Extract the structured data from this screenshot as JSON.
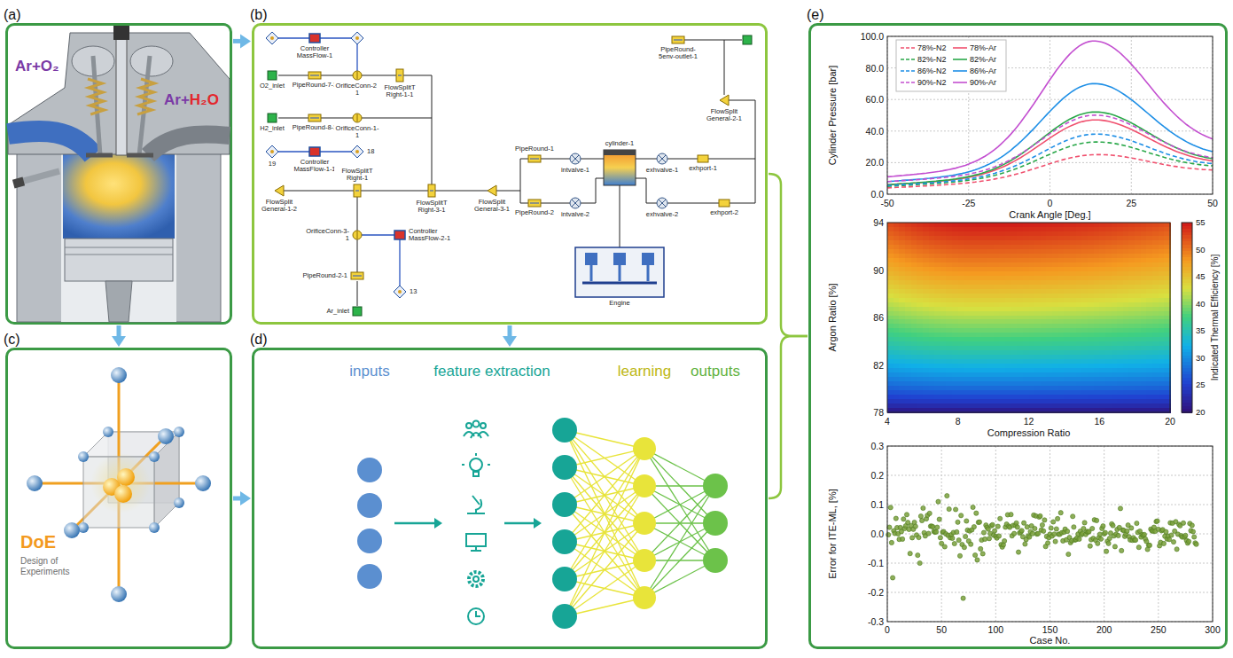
{
  "diagram": {
    "nodes": [
      {
        "text": [
          "(a)",
          "Ar+O₂",
          "Ar+H₂O"
        ]
      },
      {
        "text": [
          "(b)"
        ]
      },
      {
        "text": [
          "(c)"
        ]
      },
      {
        "text": [
          "(d)"
        ]
      },
      {
        "text": [
          "(e)"
        ]
      }
    ],
    "edges": [
      {
        "from": 0,
        "to": 1,
        "arrow": "to"
      },
      {
        "from": 0,
        "to": 2,
        "arrow": "to"
      },
      {
        "from": 1,
        "to": 3,
        "arrow": "to"
      },
      {
        "from": 2,
        "to": 3,
        "arrow": "to"
      },
      {
        "from": 1,
        "to": 4,
        "arrow": "none"
      },
      {
        "from": 3,
        "to": 4,
        "arrow": "none"
      }
    ],
    "labels": [
      "Controller MassFlow-1",
      "O2_inlet",
      "PipeRound-7-1",
      "OrificeConn-2-1",
      "FlowSplitT Right-1-1",
      "19",
      "18",
      "H2_inlet",
      "PipeRound-8-1",
      "OrificeConn-1-1",
      "Controller MassFlow-1-1",
      "FlowSplit General-1-2",
      "FlowSplitT Right-1",
      "FlowSplitT Right-3-1",
      "FlowSplit General-3-1",
      "PipeRound-1",
      "PipeRound-2",
      "intvalve-1",
      "intvalve-2",
      "cylinder-1",
      "exhvalve-1",
      "exhvalve-2",
      "exhport-1",
      "exhport-2",
      "FlowSplit General-2-1",
      "PipeRound-5env-outlet-1",
      "OrificeConn-3-1",
      "Controller MassFlow-2-1",
      "13",
      "PipeRound-2-1",
      "Ar_inlet",
      "Engine",
      "DoE",
      "Design of Experiments",
      "inputs",
      "feature extraction",
      "learning",
      "outputs",
      "100.0",
      "80.0",
      "60.0",
      "40.0",
      "20.0",
      "0.0",
      "Cylinder Pressure [bar]",
      "-50",
      "-25",
      "0",
      "25",
      "50",
      "Crank Angle [Deg.]",
      "94",
      "90",
      "86",
      "82",
      "78",
      "Argon Ratio [%]",
      "4",
      "8",
      "12",
      "16",
      "20",
      "Compression Ratio",
      "55",
      "50",
      "45",
      "40",
      "35",
      "30",
      "25",
      "20",
      "Indicated Thermal Efficiency [%]",
      "0.3",
      "0.2",
      "0.1",
      "0.0",
      "-0.1",
      "-0.2",
      "-0.3",
      "Error for ITE-ML, [%]",
      "0",
      "50",
      "100",
      "150",
      "200",
      "250",
      "300",
      "Case No."
    ],
    "legend": [
      {
        "text": "78%-N2"
      },
      {
        "text": "78%-Ar"
      },
      {
        "text": "82%-N2"
      },
      {
        "text": "82%-Ar"
      },
      {
        "text": "86%-N2"
      },
      {
        "text": "86%-Ar"
      },
      {
        "text": "90%-N2"
      },
      {
        "text": "90%-Ar"
      }
    ]
  }
}
